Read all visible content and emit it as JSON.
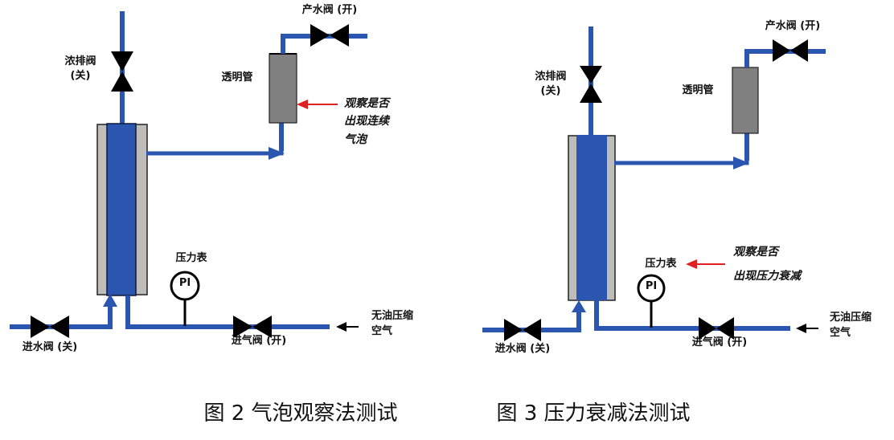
{
  "colors": {
    "pipe": "#2a56b0",
    "vessel_core": "#2a56b0",
    "vessel_shell": "#bfbcbc",
    "tube": "#808080",
    "valve": "#000000",
    "red_arrow": "#e02020",
    "black_arrow": "#000000"
  },
  "figure2": {
    "caption": "图 2 气泡观察法测试",
    "labels": {
      "concentrate_valve_line1": "浓排阀",
      "concentrate_valve_line2": "(关)",
      "product_valve": "产水阀 (开)",
      "transparent_tube": "透明管",
      "observe_note_line1": "观察是否",
      "observe_note_line2": "出现连续",
      "observe_note_line3": "气泡",
      "pressure_gauge": "压力表",
      "gauge_symbol": "PI",
      "inlet_valve": "进水阀 (关)",
      "air_valve": "进气阀 (开)",
      "air_source_line1": "无油压缩",
      "air_source_line2": "空气"
    }
  },
  "figure3": {
    "caption": "图 3 压力衰减法测试",
    "labels": {
      "concentrate_valve_line1": "浓排阀",
      "concentrate_valve_line2": "(关)",
      "product_valve": "产水阀 (开)",
      "transparent_tube": "透明管",
      "observe_note_line1": "观察是否",
      "observe_note_line2": "出现压力衰减",
      "pressure_gauge": "压力表",
      "gauge_symbol": "PI",
      "inlet_valve": "进水阀 (关)",
      "air_valve": "进气阀 (开)",
      "air_source_line1": "无油压缩",
      "air_source_line2": "空气"
    }
  }
}
